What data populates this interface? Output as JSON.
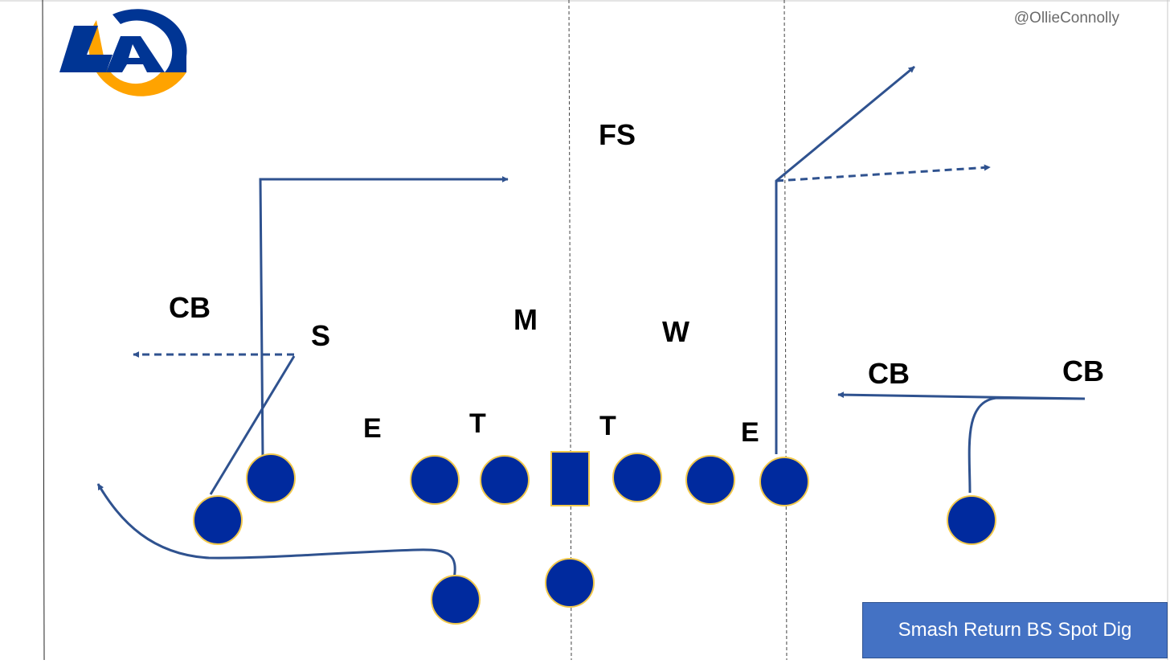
{
  "colors": {
    "route": "#2f528f",
    "player_fill": "#002a9e",
    "player_stroke": "#f2c94c",
    "label": "#000000",
    "title_bg": "#4472c4",
    "logo_blue": "#003594",
    "logo_gold": "#ffa300"
  },
  "logo": {
    "icon": "rams-la-logo",
    "text": "LA"
  },
  "handle": "@OllieConnolly",
  "play_title": "Smash Return BS Spot Dig",
  "defenders": [
    {
      "id": "fs",
      "label": "FS"
    },
    {
      "id": "cb-left",
      "label": "CB"
    },
    {
      "id": "s",
      "label": "S"
    },
    {
      "id": "m",
      "label": "M"
    },
    {
      "id": "w",
      "label": "W"
    },
    {
      "id": "cb-mid",
      "label": "CB"
    },
    {
      "id": "cb-right",
      "label": "CB"
    },
    {
      "id": "e-left",
      "label": "E"
    },
    {
      "id": "t-left",
      "label": "T"
    },
    {
      "id": "t-right",
      "label": "T"
    },
    {
      "id": "e-right",
      "label": "E"
    }
  ]
}
